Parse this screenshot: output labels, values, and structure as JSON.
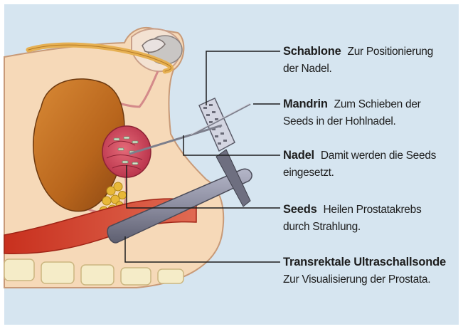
{
  "labels": {
    "schablone": {
      "title": "Schablone",
      "desc1": "Zur Positionierung",
      "desc2": "der Nadel."
    },
    "mandrin": {
      "title": "Mandrin",
      "desc1": "Zum Schieben der",
      "desc2": "Seeds in der Hohlnadel."
    },
    "nadel": {
      "title": "Nadel",
      "desc1": "Damit werden die Seeds",
      "desc2": "eingesetzt."
    },
    "seeds": {
      "title": "Seeds",
      "desc1": "Heilen Prostatakrebs",
      "desc2": "durch Strahlung."
    },
    "sonde": {
      "title": "Transrektale Ultraschallsonde",
      "desc1": "",
      "desc2": "Zur Visualisierung der Prostata."
    }
  },
  "colors": {
    "background": "#d6e5f0",
    "skin": "#f6d9b8",
    "bladder": "#b8651c",
    "prostate": "#d24c5c",
    "rectum": "#d2402a",
    "seeds": "#e8b838",
    "probe": "#8c8da0",
    "leader": "#1d1d1d"
  }
}
